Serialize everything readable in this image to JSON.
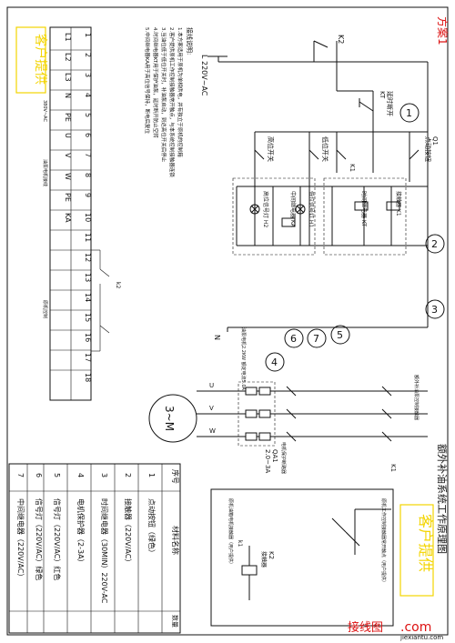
{
  "title": "额外补油系统工作原理图",
  "scheme_label": "方案1",
  "customer_provided_top": "客户提供",
  "customer_provided_bottom": "客户提供",
  "watermark": "接线图",
  "watermark_com": ".com",
  "watermark_site": "jiexiantu.com",
  "power": {
    "label": "L   220V~AC",
    "n": "N"
  },
  "components": {
    "k2_top": "K2",
    "kt_label": "KT",
    "kt_desc": "延时断开",
    "q1": "Q1",
    "q1_desc": "点动按钮",
    "k1_contact": "K1",
    "low_switch": "低位开关",
    "high_switch": "高位开关",
    "h1_label": "低位信号灯 H1",
    "h2_label": "高位信号灯 H2",
    "ka_label": "中间继电器 KA",
    "kt_relay": "时间继电器 KT",
    "k1_coil": "接触器 K1",
    "motor_note": "油泵电机2.2KW 额定电流5.0A",
    "qa1": "QA1",
    "qa1_range": "2.0~3A",
    "qa1_desc": "电机保护断路器",
    "main_contactor_desc": "额外补油泵控制接触器",
    "k1_bottom": "K1",
    "k2_bottom": "K2",
    "k2_desc": "接触器",
    "k1_small": "k1",
    "orig_box_desc": "原机工作控制接触器常开触点（用户提供）",
    "orig_coil_desc": "原机油箱电机接触器（用户提供）",
    "motor_u": "U",
    "motor_v": "V",
    "motor_w": "W",
    "motor_symbol": "3~M"
  },
  "circles": [
    "1",
    "2",
    "3",
    "4",
    "5",
    "6",
    "7"
  ],
  "notes_title": "接线说明:",
  "notes": [
    "1.本方案适用于原机为单相供电，并有独立于原机的控制箱",
    "2.客户提供原机工作控制接触器常开触点，与本系统控制接触器连锁",
    "3.当油位低于低位开关时，补油泵启动，到达高位开关后停止",
    "4.时间继电器KT用于保护油泵，延时断开防止空转",
    "5.中间继电器KA用于高位信号保持，断电后复位"
  ],
  "terminal": {
    "top_row": [
      "1",
      "2",
      "3",
      "4",
      "5",
      "6",
      "7",
      "8",
      "9",
      "10",
      "11",
      "12",
      "13",
      "14",
      "15",
      "16",
      "17",
      "18"
    ],
    "names": [
      "L1",
      "L2",
      "L3",
      "N",
      "PE",
      "U",
      "V",
      "W",
      "PE",
      "KA",
      "",
      "",
      "",
      "",
      "",
      "",
      "",
      ""
    ],
    "names2": [
      "",
      "",
      "",
      "",
      "",
      "",
      "",
      "",
      "",
      "KA",
      "",
      "",
      "",
      "",
      "",
      "",
      "",
      ""
    ],
    "left_note": "380V~AC",
    "mid_note": "油泵电机接线",
    "k2_label": "k2",
    "bottom_note": "原机控制"
  },
  "materials": {
    "header": [
      "序号",
      "材料名称",
      "数量"
    ],
    "rows": [
      [
        "1",
        "点动按钮（绿色）",
        ""
      ],
      [
        "2",
        "接触器（220V/AC）",
        ""
      ],
      [
        "3",
        "时间继电器（30MIN）220V-AC",
        ""
      ],
      [
        "4",
        "电机保护器（2-3A）",
        ""
      ],
      [
        "5",
        "信号灯（220V/AC）红色",
        ""
      ],
      [
        "6",
        "信号灯（220V/AC）绿色",
        ""
      ],
      [
        "7",
        "中间继电器（220V/AC）",
        ""
      ]
    ]
  },
  "colors": {
    "red": "#d11111",
    "yellow": "#f3d400",
    "line": "#111111"
  }
}
